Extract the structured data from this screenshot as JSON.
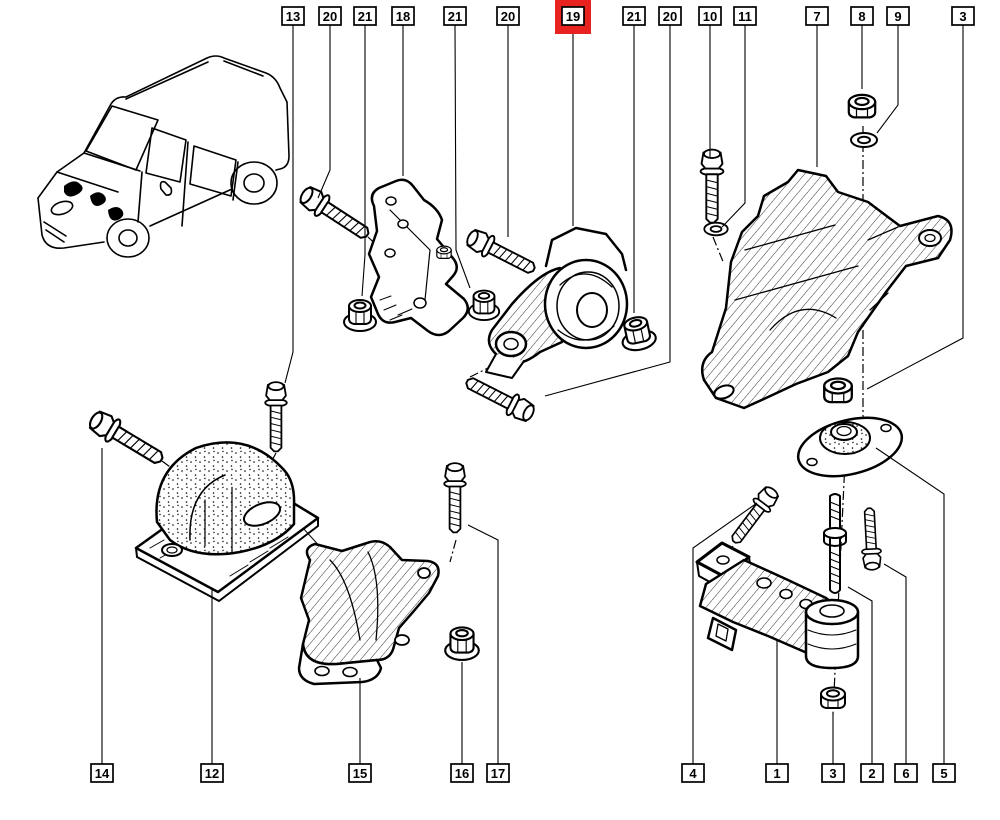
{
  "diagram": {
    "type": "exploded-parts-diagram",
    "background_color": "#ffffff",
    "line_color": "#000000",
    "highlight_color": "#e8231f"
  },
  "callouts": {
    "top": [
      {
        "label": "13"
      },
      {
        "label": "20"
      },
      {
        "label": "21"
      },
      {
        "label": "18"
      },
      {
        "label": "21"
      },
      {
        "label": "20"
      },
      {
        "label": "19",
        "highlighted": true
      },
      {
        "label": "21"
      },
      {
        "label": "20"
      },
      {
        "label": "10"
      },
      {
        "label": "11"
      },
      {
        "label": "7"
      },
      {
        "label": "8"
      },
      {
        "label": "9"
      },
      {
        "label": "3"
      }
    ],
    "bottom": [
      {
        "label": "14"
      },
      {
        "label": "12"
      },
      {
        "label": "15"
      },
      {
        "label": "16"
      },
      {
        "label": "17"
      },
      {
        "label": "4"
      },
      {
        "label": "1"
      },
      {
        "label": "3"
      },
      {
        "label": "2"
      },
      {
        "label": "6"
      },
      {
        "label": "5"
      }
    ]
  },
  "highlighted_callout": "19"
}
